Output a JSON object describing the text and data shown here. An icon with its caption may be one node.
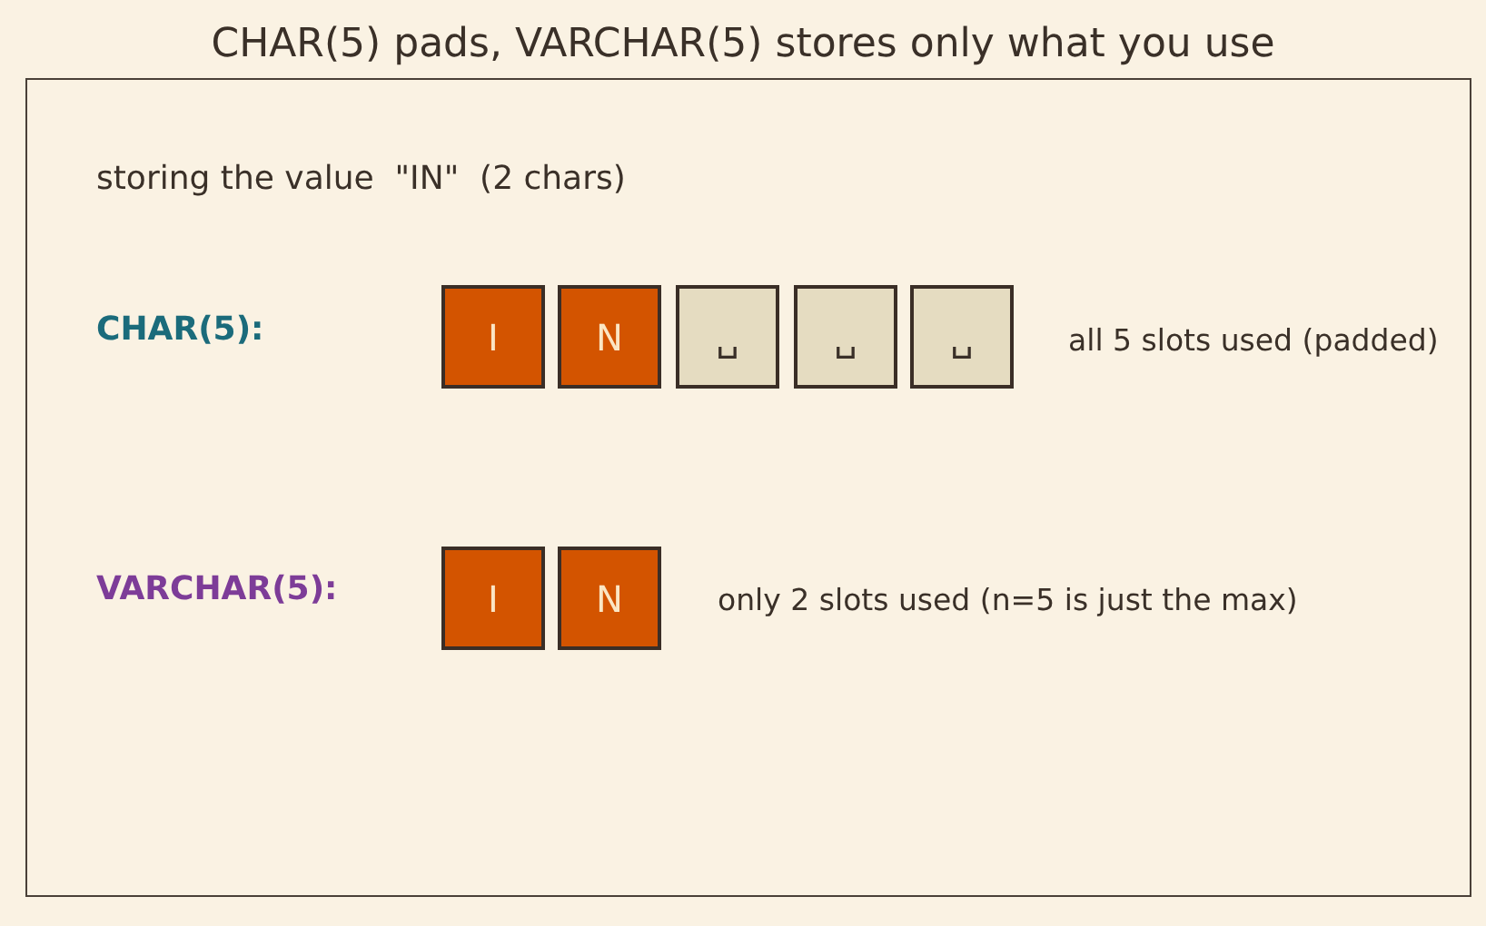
{
  "diagram": {
    "title": "CHAR(5) pads, VARCHAR(5) stores only what you use",
    "nodes": [
      {
        "text": [
          "I"
        ]
      },
      {
        "text": [
          "N"
        ]
      },
      {
        "text": [
          "␣"
        ]
      },
      {
        "text": [
          "␣"
        ]
      },
      {
        "text": [
          "␣"
        ]
      },
      {
        "text": [
          "I"
        ]
      },
      {
        "text": [
          "N"
        ]
      }
    ],
    "labels": [
      "storing the value  \"IN\"  (2 chars)",
      "CHAR(5):",
      "all 5 slots used (padded)",
      "VARCHAR(5):",
      "only 2 slots used (n=5 is just the max)"
    ]
  }
}
